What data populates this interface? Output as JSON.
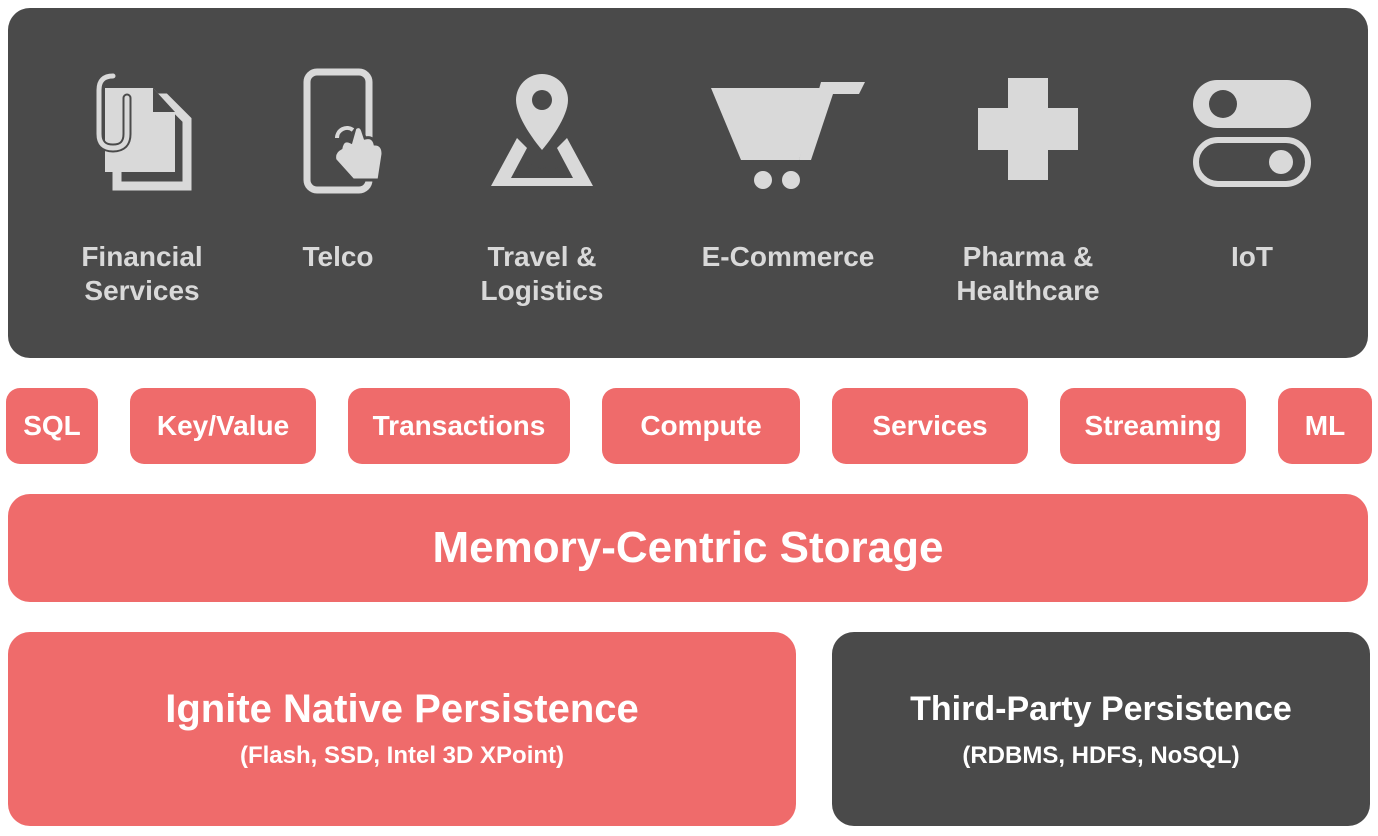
{
  "industries": [
    {
      "label": "Financial\nServices",
      "icon": "document-paperclip-icon"
    },
    {
      "label": "Telco",
      "icon": "smartphone-touch-icon"
    },
    {
      "label": "Travel &\nLogistics",
      "icon": "map-pin-icon"
    },
    {
      "label": "E-Commerce",
      "icon": "shopping-cart-icon"
    },
    {
      "label": "Pharma &\nHealthcare",
      "icon": "medical-cross-icon"
    },
    {
      "label": "IoT",
      "icon": "toggle-switches-icon"
    }
  ],
  "capabilities": [
    "SQL",
    "Key/Value",
    "Transactions",
    "Compute",
    "Services",
    "Streaming",
    "ML"
  ],
  "storage": {
    "title": "Memory-Centric Storage"
  },
  "persistence": {
    "native": {
      "title": "Ignite Native Persistence",
      "subtitle": "(Flash, SSD, Intel 3D XPoint)"
    },
    "third_party": {
      "title": "Third-Party Persistence",
      "subtitle": "(RDBMS, HDFS, NoSQL)"
    }
  },
  "colors": {
    "dark": "#4a4a4a",
    "accent": "#ef6b6b",
    "icon": "#d9d9d9",
    "text": "#ffffff"
  }
}
